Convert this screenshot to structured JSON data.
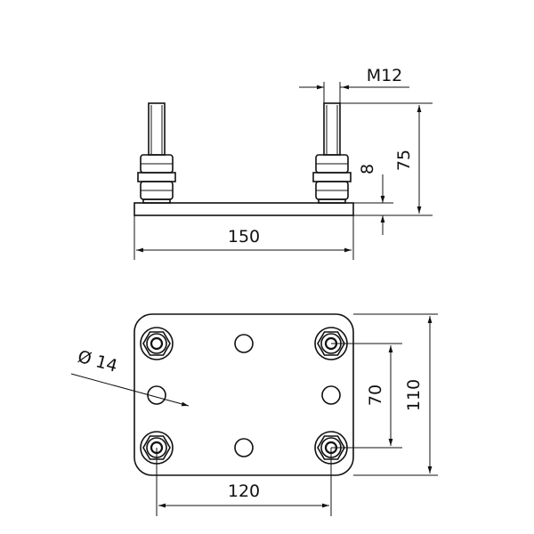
{
  "drawing": {
    "side_view": {
      "width_label": "150",
      "nut_height_label": "8",
      "bolt_height_label": "75",
      "thread_label": "M12"
    },
    "top_view": {
      "hole_diameter_label": "Ø 14",
      "bolt_spacing_x_label": "120",
      "bolt_spacing_y_label": "70",
      "plate_height_label": "110"
    }
  }
}
